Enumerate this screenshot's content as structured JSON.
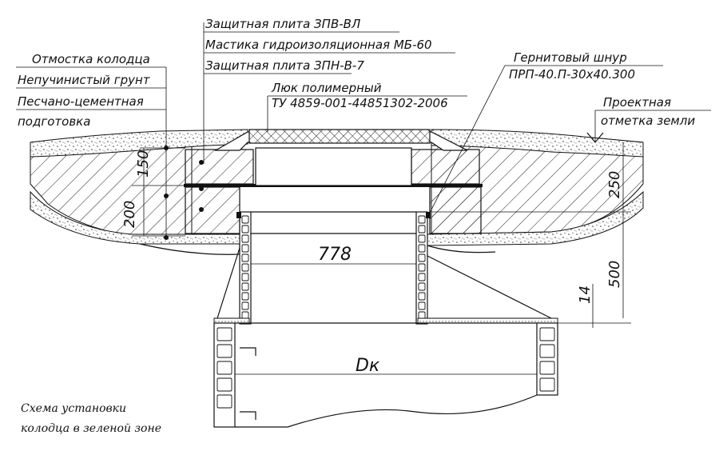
{
  "labels": {
    "protective_plate_zpv": "Защитная плита ЗПВ-ВЛ",
    "mastic": "Мастика гидроизоляционная МБ-60",
    "protective_plate_zpn": "Защитная плита ЗПН-В-7",
    "blind_area": "Отмостка колодца",
    "non_heaving_soil": "Непучинистый грунт",
    "sand_cement_1": "Песчано-цементная",
    "sand_cement_2": "подготовка",
    "hatch": "Люк полимерный",
    "hatch_spec": "ТУ 4859-001-44851302-2006",
    "gernit_1": "Гернитовый шнур",
    "gernit_2": "ПРП-40.П-30х40.300",
    "ground_level_1": "Проектная",
    "ground_level_2": "отметка земли"
  },
  "dimensions": {
    "d150": "150",
    "d200": "200",
    "d250": "250",
    "d500": "500",
    "d14": "14",
    "d778": "778",
    "dk": "Dк"
  },
  "caption": {
    "line1": "Схема установки",
    "line2": "колодца в зеленой зоне"
  }
}
